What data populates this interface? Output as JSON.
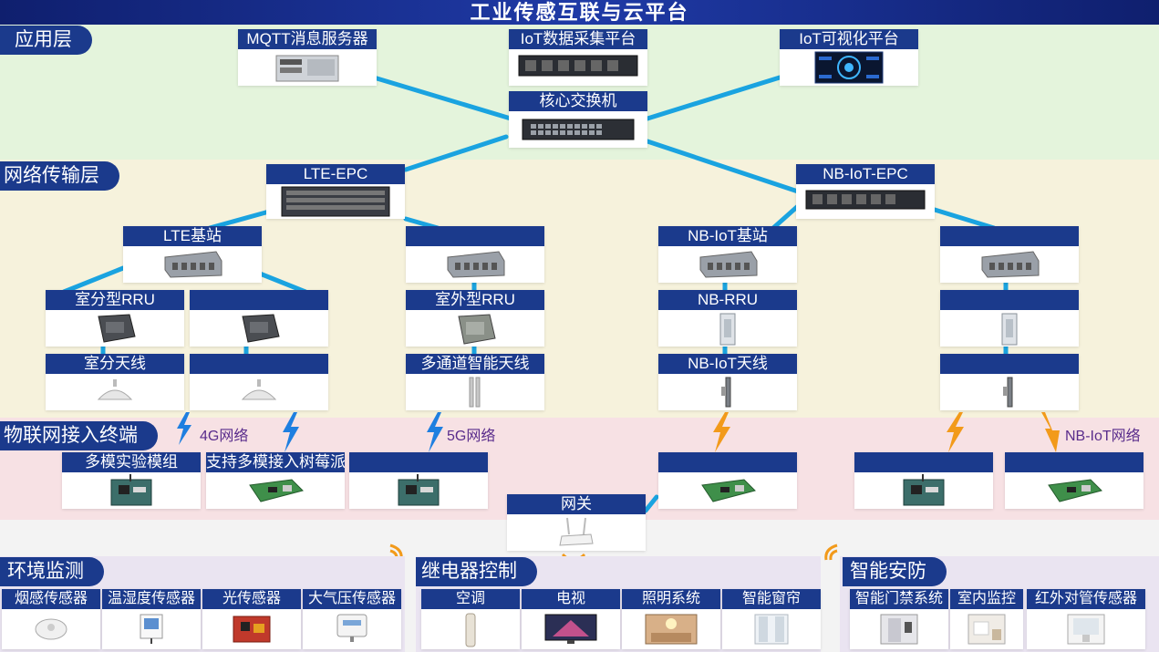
{
  "title": "工业传感互联与云平台",
  "layers": {
    "application": "应用层",
    "network": "网络传输层",
    "iot_access": "物联网接入终端",
    "env": "环境监测",
    "relay": "继电器控制",
    "security": "智能安防"
  },
  "application": {
    "mqtt": "MQTT消息服务器",
    "iot_collect": "IoT数据采集平台",
    "iot_visual": "IoT可视化平台",
    "core_switch": "核心交换机"
  },
  "network": {
    "lte_epc": "LTE-EPC",
    "nb_epc": "NB-IoT-EPC",
    "lte_bs": "LTE基站",
    "nb_bs": "NB-IoT基站",
    "indoor_rru": "室分型RRU",
    "outdoor_rru": "室外型RRU",
    "nb_rru": "NB-RRU",
    "indoor_antenna": "室分天线",
    "multi_antenna": "多通道智能天线",
    "nb_antenna": "NB-IoT天线"
  },
  "terminals": {
    "net_4g": "4G网络",
    "net_5g": "5G网络",
    "net_nb": "NB-IoT网络",
    "multimode_module": "多模实验模组",
    "raspberry": "支持多模接入树莓派",
    "gateway": "网关"
  },
  "env_sensors": [
    "烟感传感器",
    "温湿度传感器",
    "光传感器",
    "大气压传感器"
  ],
  "relay_items": [
    "空调",
    "电视",
    "照明系统",
    "智能窗帘"
  ],
  "security_items": [
    "智能门禁系统",
    "室内监控",
    "红外对管传感器"
  ],
  "colors": {
    "header": "#1b3a8c",
    "link": "#1aa3e0",
    "bolt_blue": "#1e7fe0",
    "bolt_orange": "#f29a1a"
  }
}
